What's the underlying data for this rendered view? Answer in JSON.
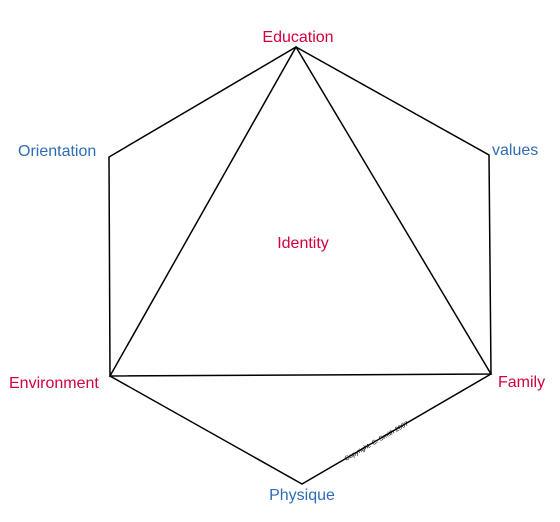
{
  "diagram": {
    "colors": {
      "primary": "#d4003b",
      "secondary": "#2e6db5",
      "line": "#000000"
    },
    "labels": {
      "education": "Education",
      "values": "values",
      "family": "Family",
      "physique": "Physique",
      "environment": "Environment",
      "orientation": "Orientation",
      "identity": "Identity"
    },
    "copyright": "Copyright: C. Smith 2007"
  }
}
